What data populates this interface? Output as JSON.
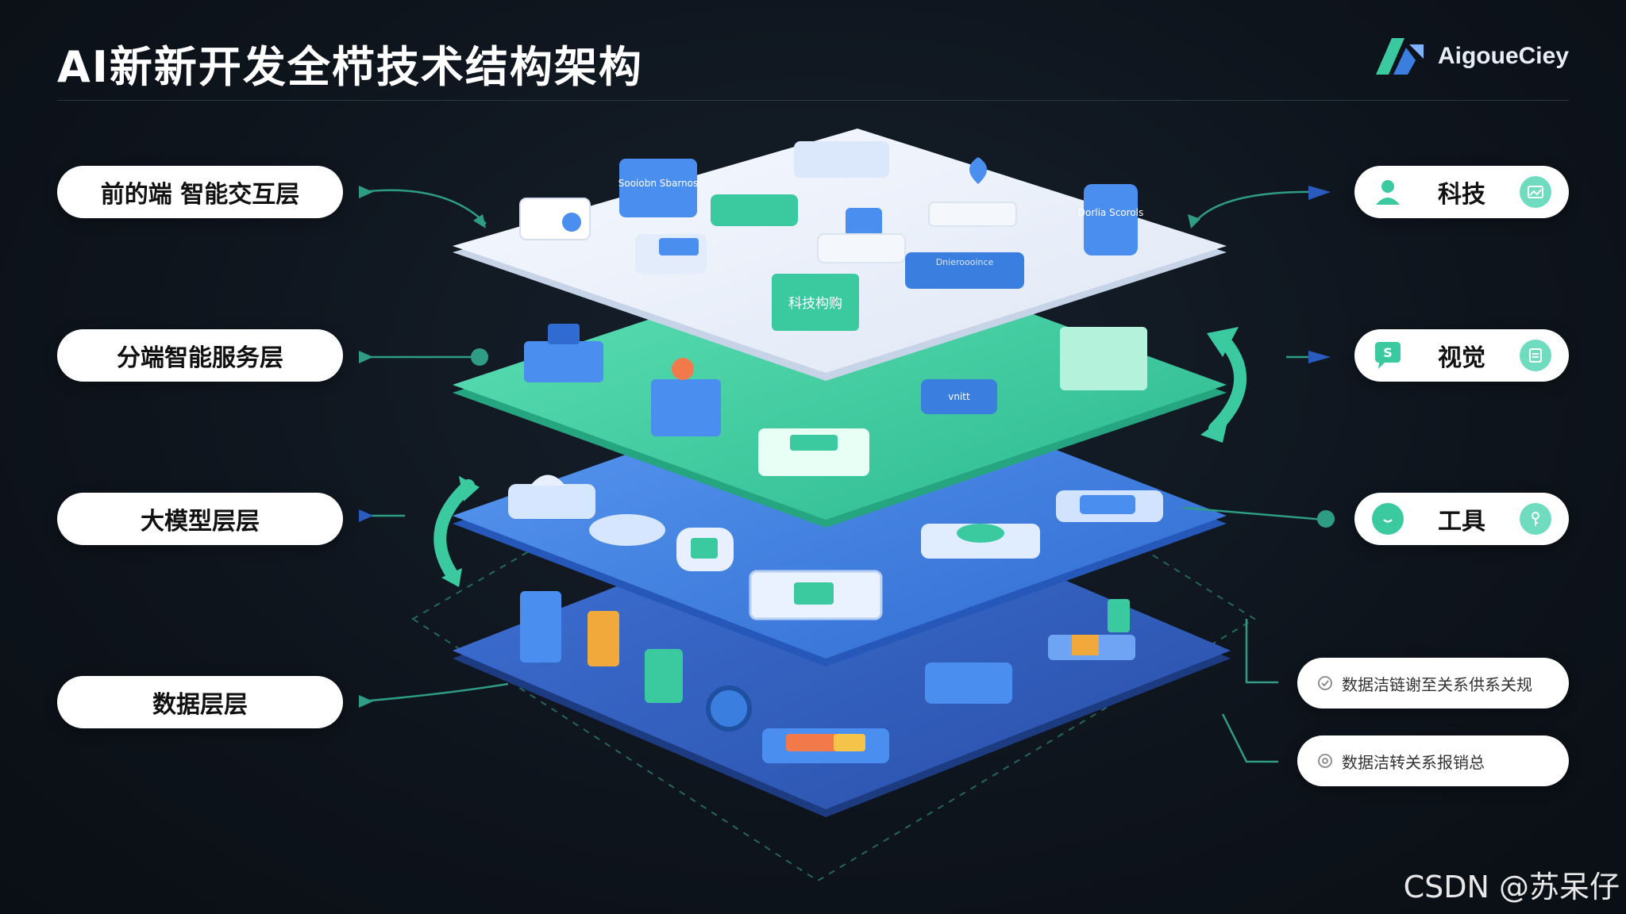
{
  "header": {
    "title": "AI新新开发全栉技术结构架构",
    "brand": "AigoueCiey"
  },
  "layers_left": [
    {
      "label": "前的端 智能交互层"
    },
    {
      "label": "分端智能服务层"
    },
    {
      "label": "大模型层层"
    },
    {
      "label": "数据层层"
    }
  ],
  "features_right": [
    {
      "label": "科技",
      "icon": "user-icon",
      "badge_icon": "image-icon"
    },
    {
      "label": "视觉",
      "icon": "chat-icon",
      "badge_icon": "doc-icon"
    },
    {
      "label": "工具",
      "icon": "smile-icon",
      "badge_icon": "key-icon"
    }
  ],
  "notes": [
    {
      "text": "数据洁链谢至关系供系关规",
      "icon": "check-circle-icon"
    },
    {
      "text": "数据洁转关系报销总",
      "icon": "target-circle-icon"
    }
  ],
  "center_label": "科技构购",
  "card_texts": {
    "service_card": "Sooiobn Sbarnos",
    "right_card": "Dorlia Scorols",
    "platform_card": "Dnieroooince",
    "model_box": "vnitt"
  },
  "colors": {
    "top_layer": "#eef3fb",
    "service_layer": "#3fd0a0",
    "model_layer": "#3d7fe0",
    "data_layer": "#2e5cc0",
    "accent_teal": "#3bc9a0",
    "accent_blue": "#3a7fe0"
  },
  "watermark": "CSDN @苏呆仔"
}
